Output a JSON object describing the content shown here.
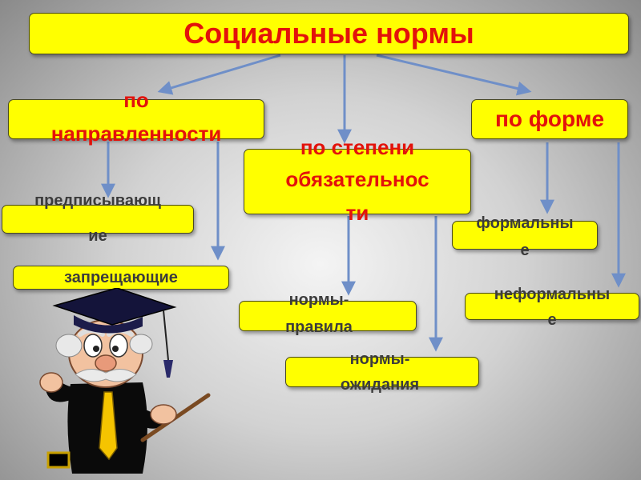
{
  "colors": {
    "box_fill": "#ffff00",
    "title_text": "#e3120b",
    "node_text": "#3c3c3c",
    "arrow": "#6f8fc8",
    "background": "#c8c8c8"
  },
  "title": "Социальные нормы",
  "branches": {
    "direction": {
      "label_line1": "по",
      "label_line2": "направленности",
      "items": [
        {
          "line1": "предписывающ",
          "line2": "ие"
        },
        {
          "line1": "запрещающие",
          "line2": ""
        }
      ]
    },
    "obligation": {
      "label_line1": "по степени",
      "label_line2": "обязательнос",
      "label_line3": "ти",
      "items": [
        {
          "line1": "нормы-",
          "line2": "правила"
        },
        {
          "line1": "нормы-",
          "line2": "ожидания"
        }
      ]
    },
    "form": {
      "label": "по форме",
      "items": [
        {
          "line1": "формальны",
          "line2": "е"
        },
        {
          "line1": "неформальны",
          "line2": "е"
        }
      ]
    }
  },
  "mascot": {
    "icon": "professor-mascot-icon"
  }
}
